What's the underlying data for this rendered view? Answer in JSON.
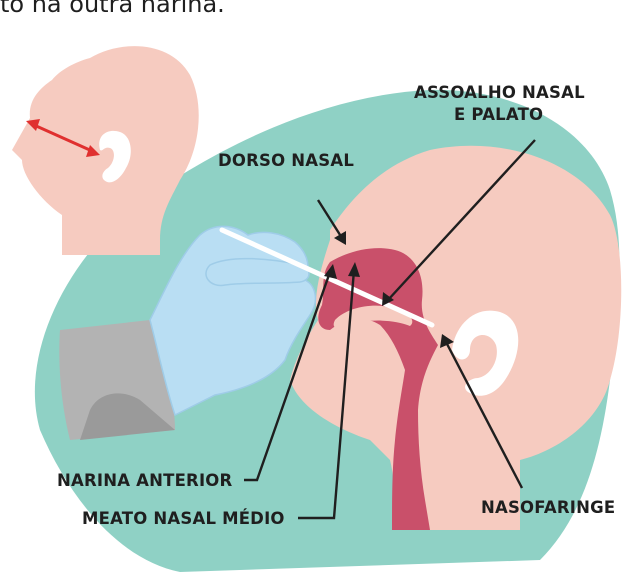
{
  "caption_fragment": "to na outra narina.",
  "labels": {
    "dorso_nasal": "DORSO NASAL",
    "assoalho_line1": "ASSOALHO NASAL",
    "assoalho_line2": "E PALATO",
    "narina_anterior": "NARINA ANTERIOR",
    "meato_nasal_medio": "MEATO NASAL MÉDIO",
    "nasofaringe": "NASOFARINGE"
  },
  "colors": {
    "background_blob": "#8fd1c5",
    "skin": "#f6cbc0",
    "ear_white": "#ffffff",
    "nasal_cavity": "#c9506a",
    "glove": "#b9def3",
    "sleeve": "#b3b3b3",
    "arrow_red": "#e0302f",
    "text": "#1f1f1f"
  },
  "icons": {
    "double_arrow": "red-double-arrow-icon",
    "swab": "swab-icon"
  }
}
